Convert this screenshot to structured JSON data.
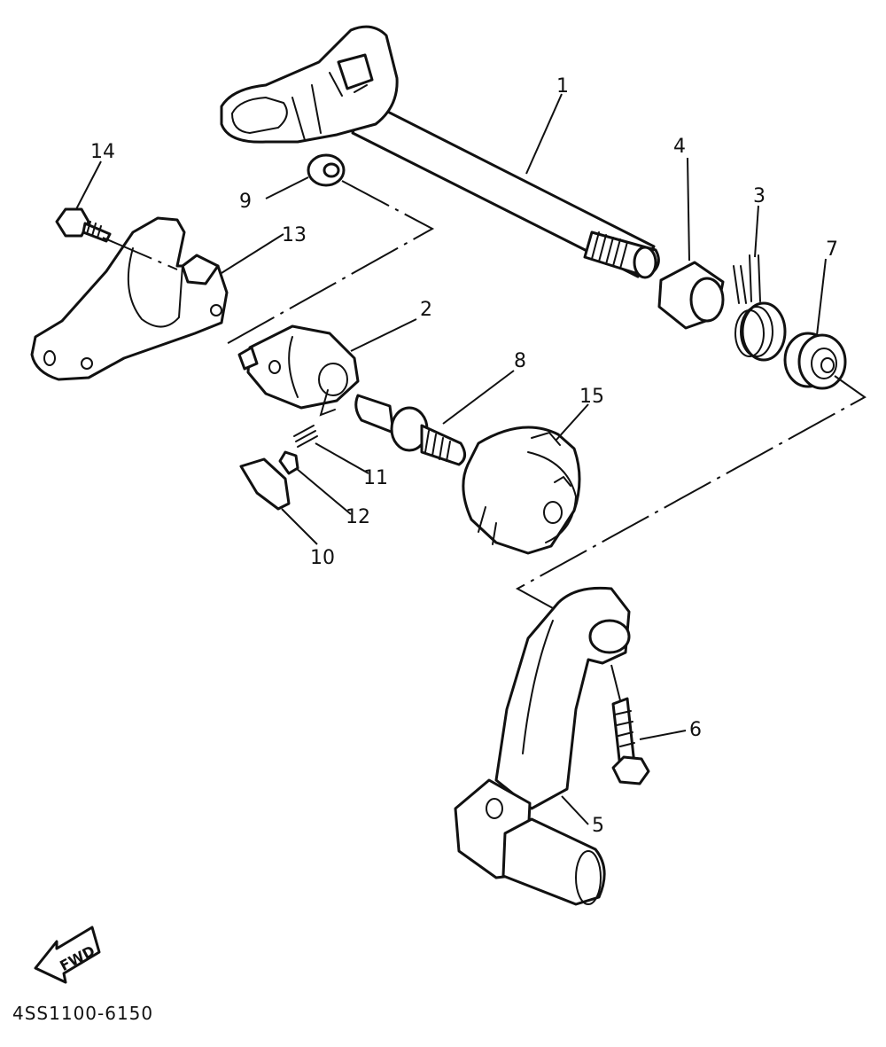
{
  "diagram": {
    "callouts": [
      {
        "id": "1",
        "label": "1"
      },
      {
        "id": "2",
        "label": "2"
      },
      {
        "id": "3",
        "label": "3"
      },
      {
        "id": "4",
        "label": "4"
      },
      {
        "id": "5",
        "label": "5"
      },
      {
        "id": "6",
        "label": "6"
      },
      {
        "id": "7",
        "label": "7"
      },
      {
        "id": "8",
        "label": "8"
      },
      {
        "id": "9",
        "label": "9"
      },
      {
        "id": "10",
        "label": "10"
      },
      {
        "id": "11",
        "label": "11"
      },
      {
        "id": "12",
        "label": "12"
      },
      {
        "id": "13",
        "label": "13"
      },
      {
        "id": "14",
        "label": "14"
      },
      {
        "id": "15",
        "label": "15"
      }
    ],
    "fwd_label": "FWD",
    "drawing_code": "4SS1100-6150"
  }
}
